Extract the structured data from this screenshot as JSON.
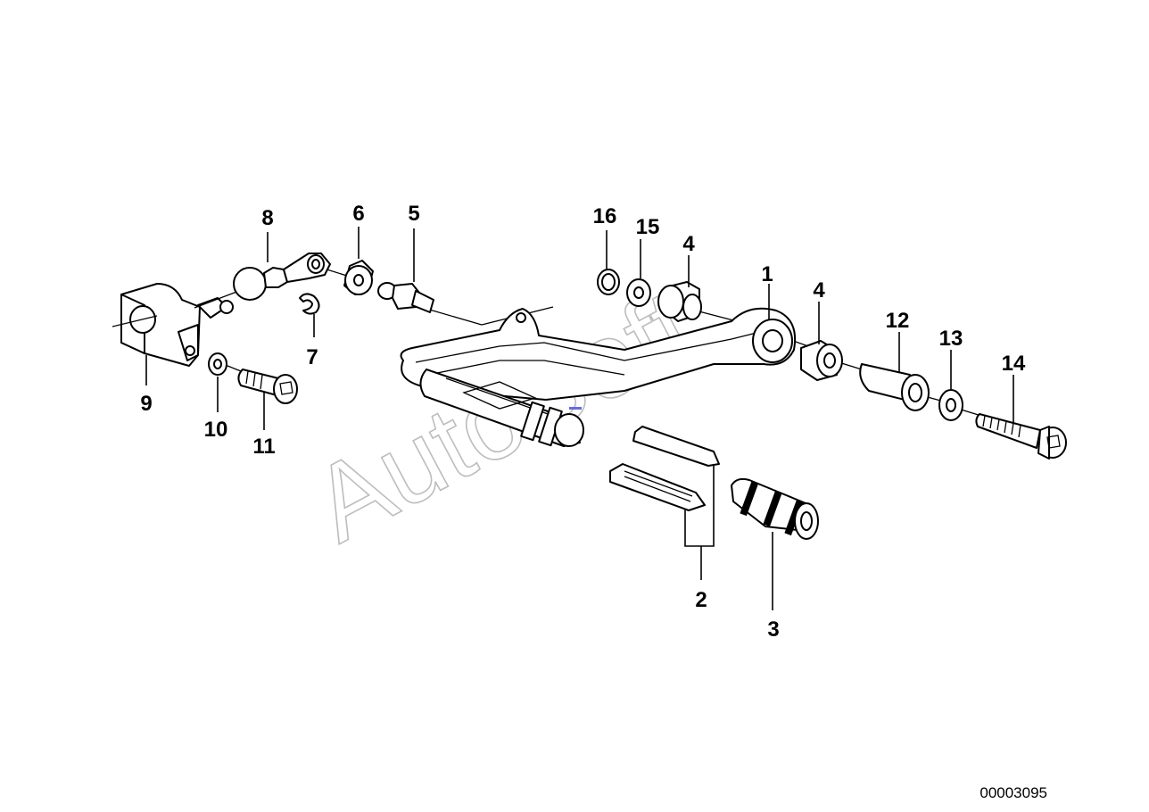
{
  "document_number": "00003095",
  "watermark": "AutoSoft",
  "callouts": [
    "1",
    "2",
    "3",
    "4",
    "4",
    "5",
    "6",
    "7",
    "8",
    "9",
    "10",
    "11",
    "12",
    "13",
    "14",
    "15",
    "16"
  ],
  "colors": {
    "line": "#000000",
    "background": "#ffffff",
    "watermark": "#bdbdbd",
    "marker": "#6a6ae0"
  }
}
